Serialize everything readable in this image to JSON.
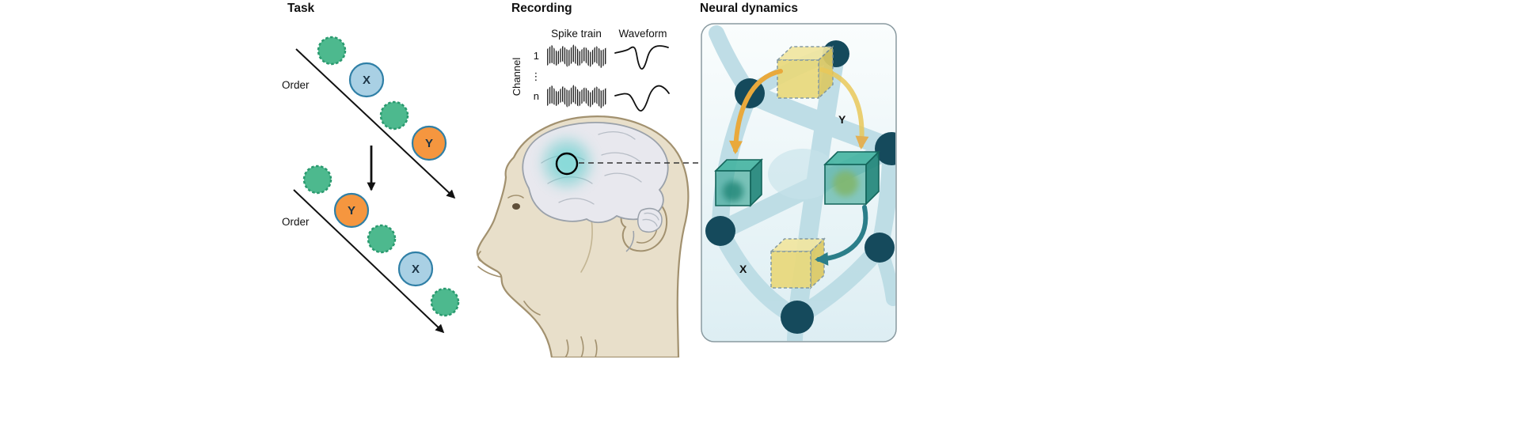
{
  "figure": {
    "task": {
      "title": "Task",
      "order_label": "Order",
      "x_label": "X",
      "y_label": "Y",
      "sequence1_items": [
        "distractor",
        "X",
        "distractor",
        "Y"
      ],
      "sequence2_items": [
        "distractor",
        "Y",
        "distractor",
        "X",
        "distractor"
      ]
    },
    "recording": {
      "title": "Recording",
      "spike_train_label": "Spike train",
      "waveform_label": "Waveform",
      "channel_axis_label": "Channel",
      "channel_first": "1",
      "channel_ellipsis": "⋮",
      "channel_last": "n"
    },
    "neural": {
      "title": "Neural dynamics",
      "y_label": "Y",
      "x_label": "X"
    },
    "colors": {
      "green_circle": "#4db98e",
      "green_circle_outline": "#2a9a6f",
      "blue_circle": "#a9d0e4",
      "orange_circle": "#f5963f",
      "circle_outline_blue": "#2f7fa6",
      "node_teal": "#154a5c",
      "band_blue": "#bcdce5",
      "cube_yellow": "#e9d97b",
      "cube_green": "#2da08e",
      "arrow_yellow": "#e9a93c",
      "arrow_teal": "#2b7e89",
      "head_beige": "#e8dfca",
      "brain_gray": "#e8e8ee",
      "glow_teal": "#58cbc9",
      "panel_bg": "#ddeef3"
    }
  }
}
